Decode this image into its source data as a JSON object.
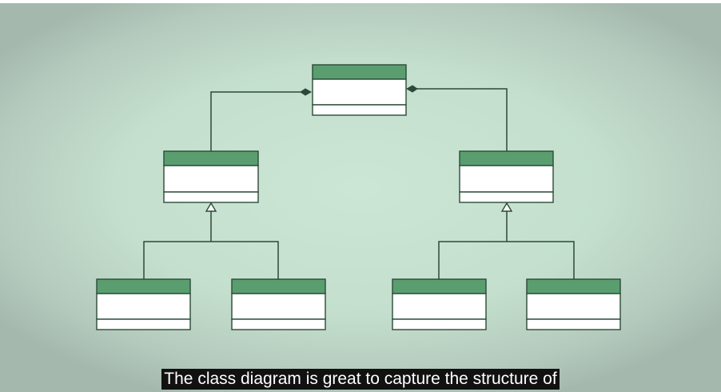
{
  "video": {
    "subtitle": "The class diagram is great to capture the structure of"
  },
  "diagram": {
    "type": "uml-class-diagram",
    "colors": {
      "header": "#5a9e70",
      "line": "#2b4a37",
      "body": "#ffffff"
    },
    "classes": [
      {
        "id": "root"
      },
      {
        "id": "left-parent"
      },
      {
        "id": "right-parent"
      },
      {
        "id": "left-child-1"
      },
      {
        "id": "left-child-2"
      },
      {
        "id": "right-child-1"
      },
      {
        "id": "right-child-2"
      }
    ],
    "relationships": [
      {
        "type": "composition",
        "from": "left-parent",
        "to": "root"
      },
      {
        "type": "composition",
        "from": "right-parent",
        "to": "root"
      },
      {
        "type": "generalization",
        "from": "left-child-1",
        "to": "left-parent"
      },
      {
        "type": "generalization",
        "from": "left-child-2",
        "to": "left-parent"
      },
      {
        "type": "generalization",
        "from": "right-child-1",
        "to": "right-parent"
      },
      {
        "type": "generalization",
        "from": "right-child-2",
        "to": "right-parent"
      }
    ]
  }
}
